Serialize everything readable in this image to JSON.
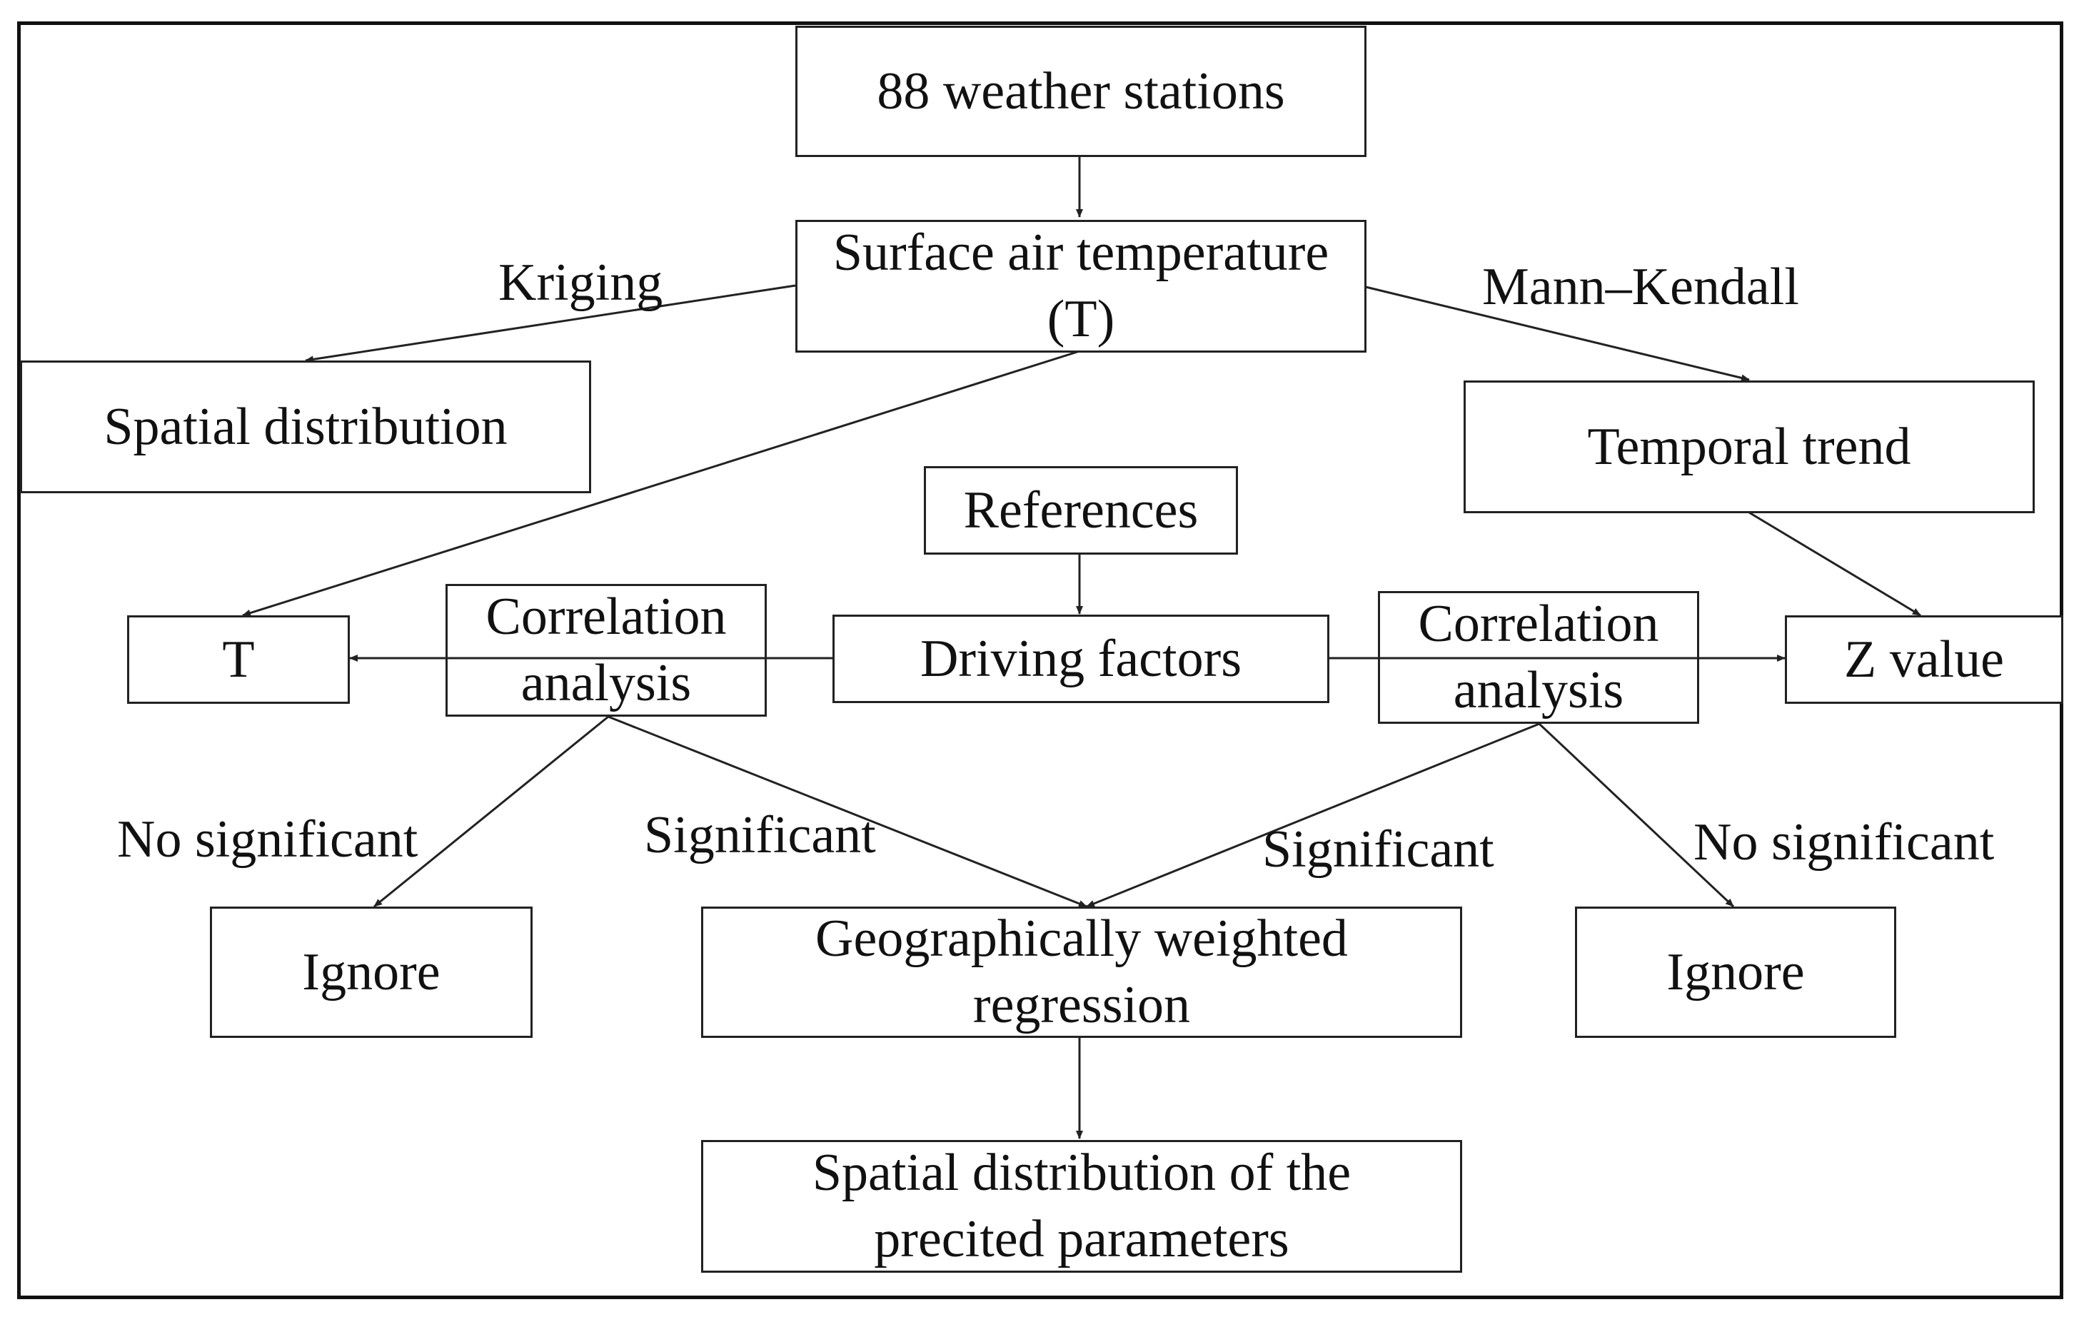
{
  "colors": {
    "stroke": "#222222",
    "text": "#111111",
    "background": "#ffffff"
  },
  "nodes": {
    "stations": "88 weather stations",
    "surface_temp": "Surface air temperature\n(T)",
    "spatial_distribution": "Spatial distribution",
    "temporal_trend": "Temporal trend",
    "references": "References",
    "t_box": "T",
    "correlation_left": "Correlation\nanalysis",
    "driving_factors": "Driving factors",
    "correlation_right": "Correlation\nanalysis",
    "z_value": "Z value",
    "ignore_left": "Ignore",
    "gwr": "Geographically weighted\nregression",
    "ignore_right": "Ignore",
    "predicted_distribution": "Spatial distribution of the\nprecited parameters"
  },
  "edge_labels": {
    "kriging": "Kriging",
    "mann_kendall": "Mann–Kendall",
    "no_significant_left": "No significant",
    "significant_left": "Significant",
    "significant_right": "Significant",
    "no_significant_right": "No significant"
  }
}
